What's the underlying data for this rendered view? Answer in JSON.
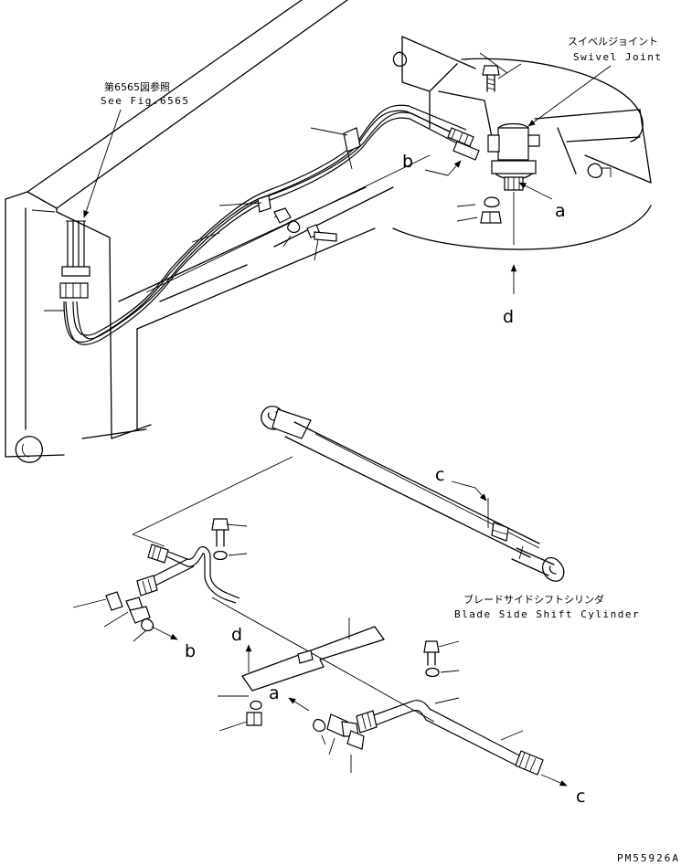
{
  "labels": {
    "swivel_jp": "スイベルジョイント",
    "swivel_en": "Swivel Joint",
    "ref_jp": "第6565図参照",
    "ref_en": "See Fig.6565",
    "cyl_jp": "ブレードサイドシフトシリンダ",
    "cyl_en": "Blade Side Shift Cylinder",
    "part_code": "PM55926A"
  },
  "connectors": {
    "a": "a",
    "b": "b",
    "c": "c",
    "d": "d"
  }
}
